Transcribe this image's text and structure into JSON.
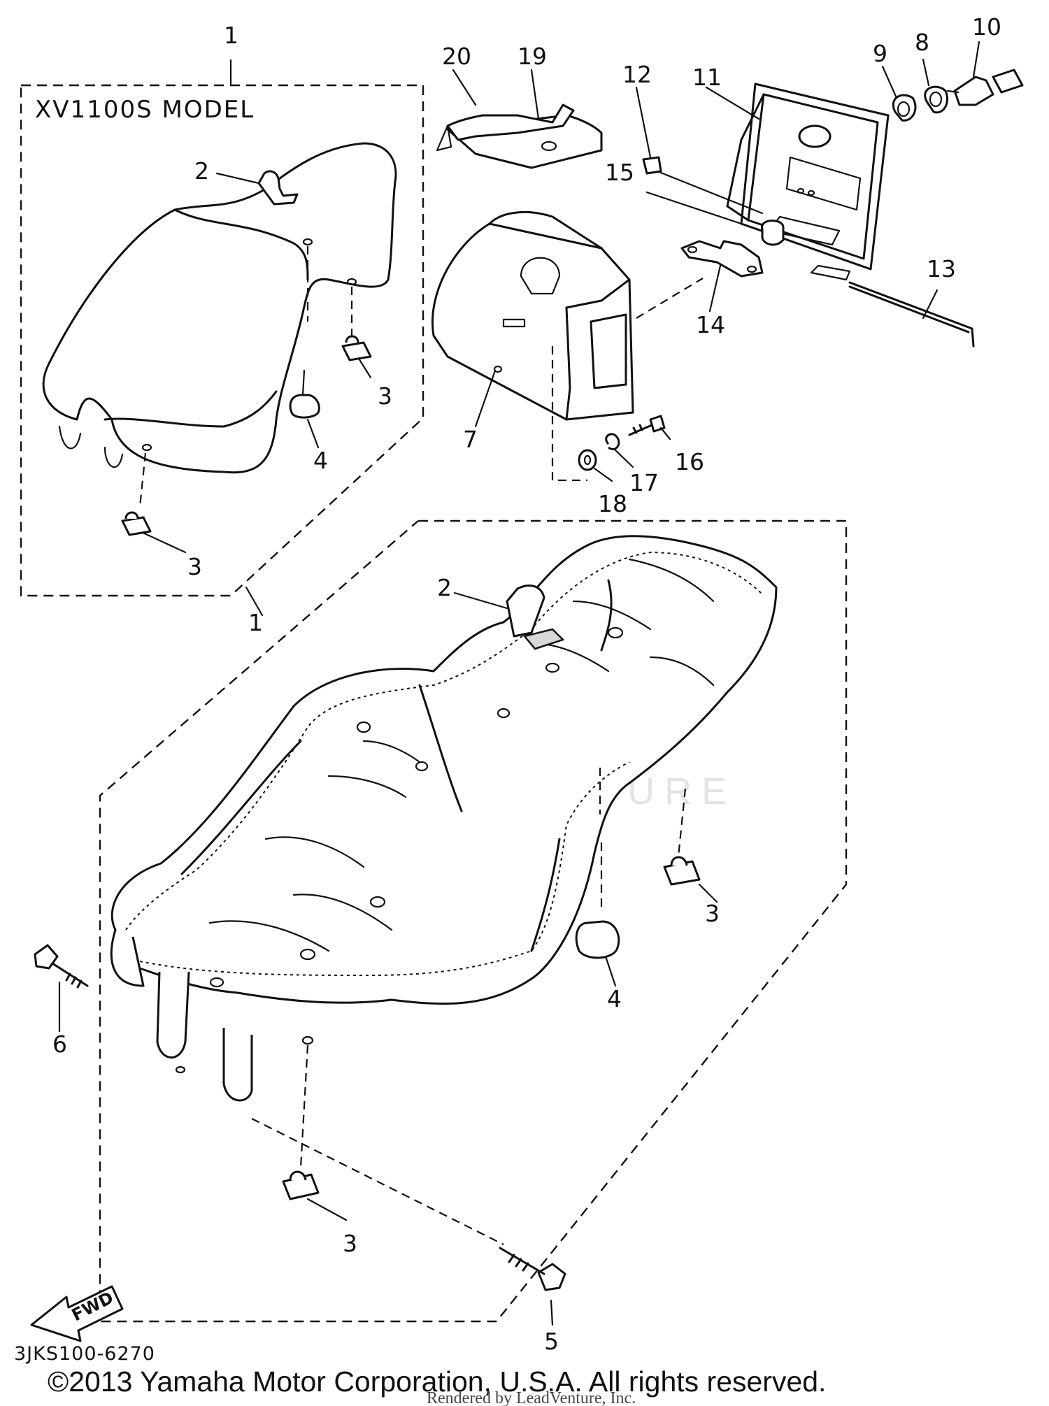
{
  "diagram": {
    "model_label": "XV1100S MODEL",
    "part_code": "3JKS100-6270",
    "fwd_label": "FWD",
    "watermark": "LEADVENTURE",
    "copyright": "©2013 Yamaha Motor Corporation, U.S.A. All rights reserved.",
    "rendered_by": "Rendered by LeadVenture, Inc."
  },
  "callouts": [
    {
      "id": "1",
      "part": "1",
      "group": "XV1100S model seat"
    },
    {
      "id": "2",
      "part": "2",
      "group": "XV1100S model seat"
    },
    {
      "id": "3",
      "part": "3",
      "group": "XV1100S model seat"
    },
    {
      "id": "3",
      "part": "3",
      "group": "XV1100S model seat"
    },
    {
      "id": "4",
      "part": "4",
      "group": "XV1100S model seat"
    },
    {
      "id": "20",
      "part": "20",
      "group": "storage box"
    },
    {
      "id": "19",
      "part": "19",
      "group": "storage box"
    },
    {
      "id": "12",
      "part": "12",
      "group": "storage box"
    },
    {
      "id": "11",
      "part": "11",
      "group": "storage box"
    },
    {
      "id": "9",
      "part": "9",
      "group": "lock"
    },
    {
      "id": "8",
      "part": "8",
      "group": "lock"
    },
    {
      "id": "10",
      "part": "10",
      "group": "lock"
    },
    {
      "id": "15",
      "part": "15",
      "group": "storage box"
    },
    {
      "id": "13",
      "part": "13",
      "group": "storage box"
    },
    {
      "id": "14",
      "part": "14",
      "group": "storage box"
    },
    {
      "id": "7",
      "part": "7",
      "group": "storage box"
    },
    {
      "id": "16",
      "part": "16",
      "group": "fasteners"
    },
    {
      "id": "17",
      "part": "17",
      "group": "fasteners"
    },
    {
      "id": "18",
      "part": "18",
      "group": "fasteners"
    },
    {
      "id": "1",
      "part": "1",
      "group": "main seat"
    },
    {
      "id": "2",
      "part": "2",
      "group": "main seat"
    },
    {
      "id": "3",
      "part": "3",
      "group": "main seat"
    },
    {
      "id": "4",
      "part": "4",
      "group": "main seat"
    },
    {
      "id": "6",
      "part": "6",
      "group": "fasteners"
    },
    {
      "id": "3",
      "part": "3",
      "group": "main seat"
    },
    {
      "id": "5",
      "part": "5",
      "group": "fasteners"
    }
  ]
}
